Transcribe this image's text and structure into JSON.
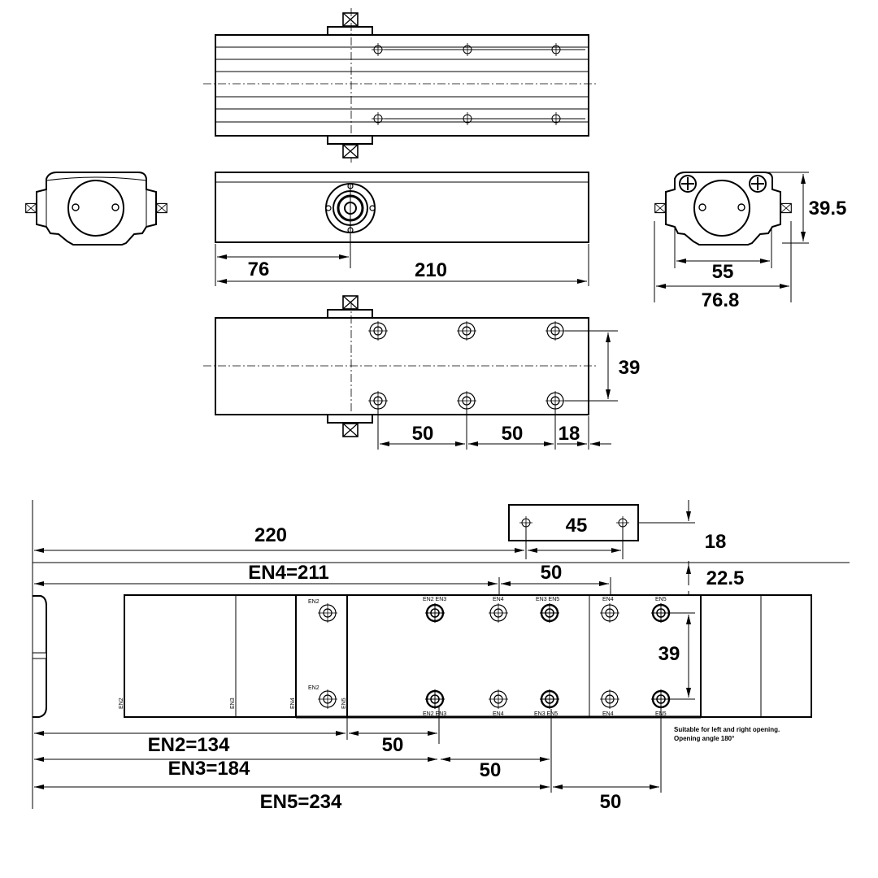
{
  "dimensions": {
    "d76": "76",
    "d210": "210",
    "d39_5": "39.5",
    "d55": "55",
    "d76_8": "76.8",
    "d39_top": "39",
    "d50_a": "50",
    "d50_b": "50",
    "d18_top": "18",
    "d220": "220",
    "d45": "45",
    "d18_side": "18",
    "d22_5": "22.5",
    "en4": "EN4=211",
    "d50_en4": "50",
    "d39_bottom": "39",
    "en2": "EN2=134",
    "d50_en2": "50",
    "en3": "EN3=184",
    "d50_en3": "50",
    "en5": "EN5=234",
    "d50_en5": "50"
  },
  "hole_labels": {
    "en2_top": "EN2",
    "en2en3_top": "EN2 EN3",
    "en4_top": "EN4",
    "en3en5_top": "EN3 EN5",
    "en4_top_b": "EN4",
    "en5_top": "EN5",
    "en2_bottom": "EN2",
    "en2en3_bottom": "EN2 EN3",
    "en4_bottom": "EN4",
    "en3en5_bottom": "EN3 EN5",
    "en4_bottom_b": "EN4",
    "en5_bottom": "EN5"
  },
  "edge_labels": {
    "en2": "EN2",
    "en3": "EN3",
    "en4": "EN4",
    "en5": "EN5"
  },
  "note": {
    "line1": "Suitable for left and right opening.",
    "line2": "Opening angle 180°"
  }
}
